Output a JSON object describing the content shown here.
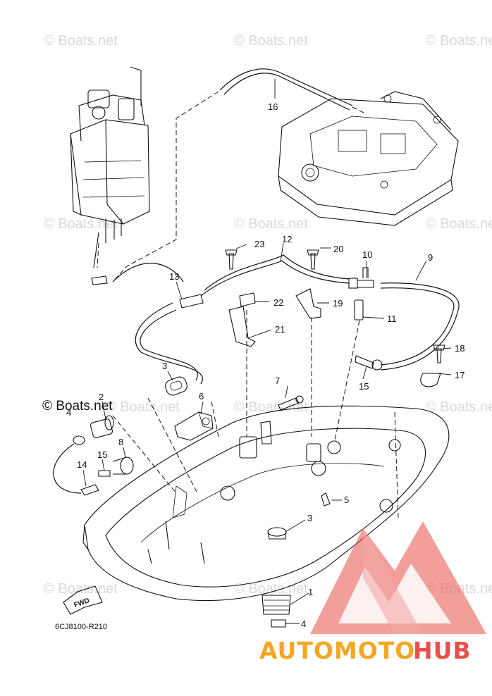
{
  "watermarks": [
    "© Boats.net",
    "© Boats.net",
    "© Boats.net",
    "© Boats.net",
    "© Boats.net",
    "© Boats.net",
    "© Boats.net",
    "© Boats.net",
    "© Boats.net",
    "© Boats.net",
    "© Boats.net",
    "© Boats.net"
  ],
  "bold_watermark": "© Boats.net",
  "callouts": [
    "1",
    "2",
    "3",
    "3",
    "4",
    "4",
    "5",
    "6",
    "7",
    "8",
    "9",
    "10",
    "11",
    "12",
    "13",
    "14",
    "15",
    "15",
    "16",
    "17",
    "18",
    "19",
    "20",
    "21",
    "22",
    "23"
  ],
  "fwd_label": "FWD",
  "diagram_code": "6CJ8100-R210",
  "brand": {
    "part1": "AUTOMOTO",
    "part2": "HUB",
    "color1": "#f5a623",
    "color2": "#e8504a"
  }
}
